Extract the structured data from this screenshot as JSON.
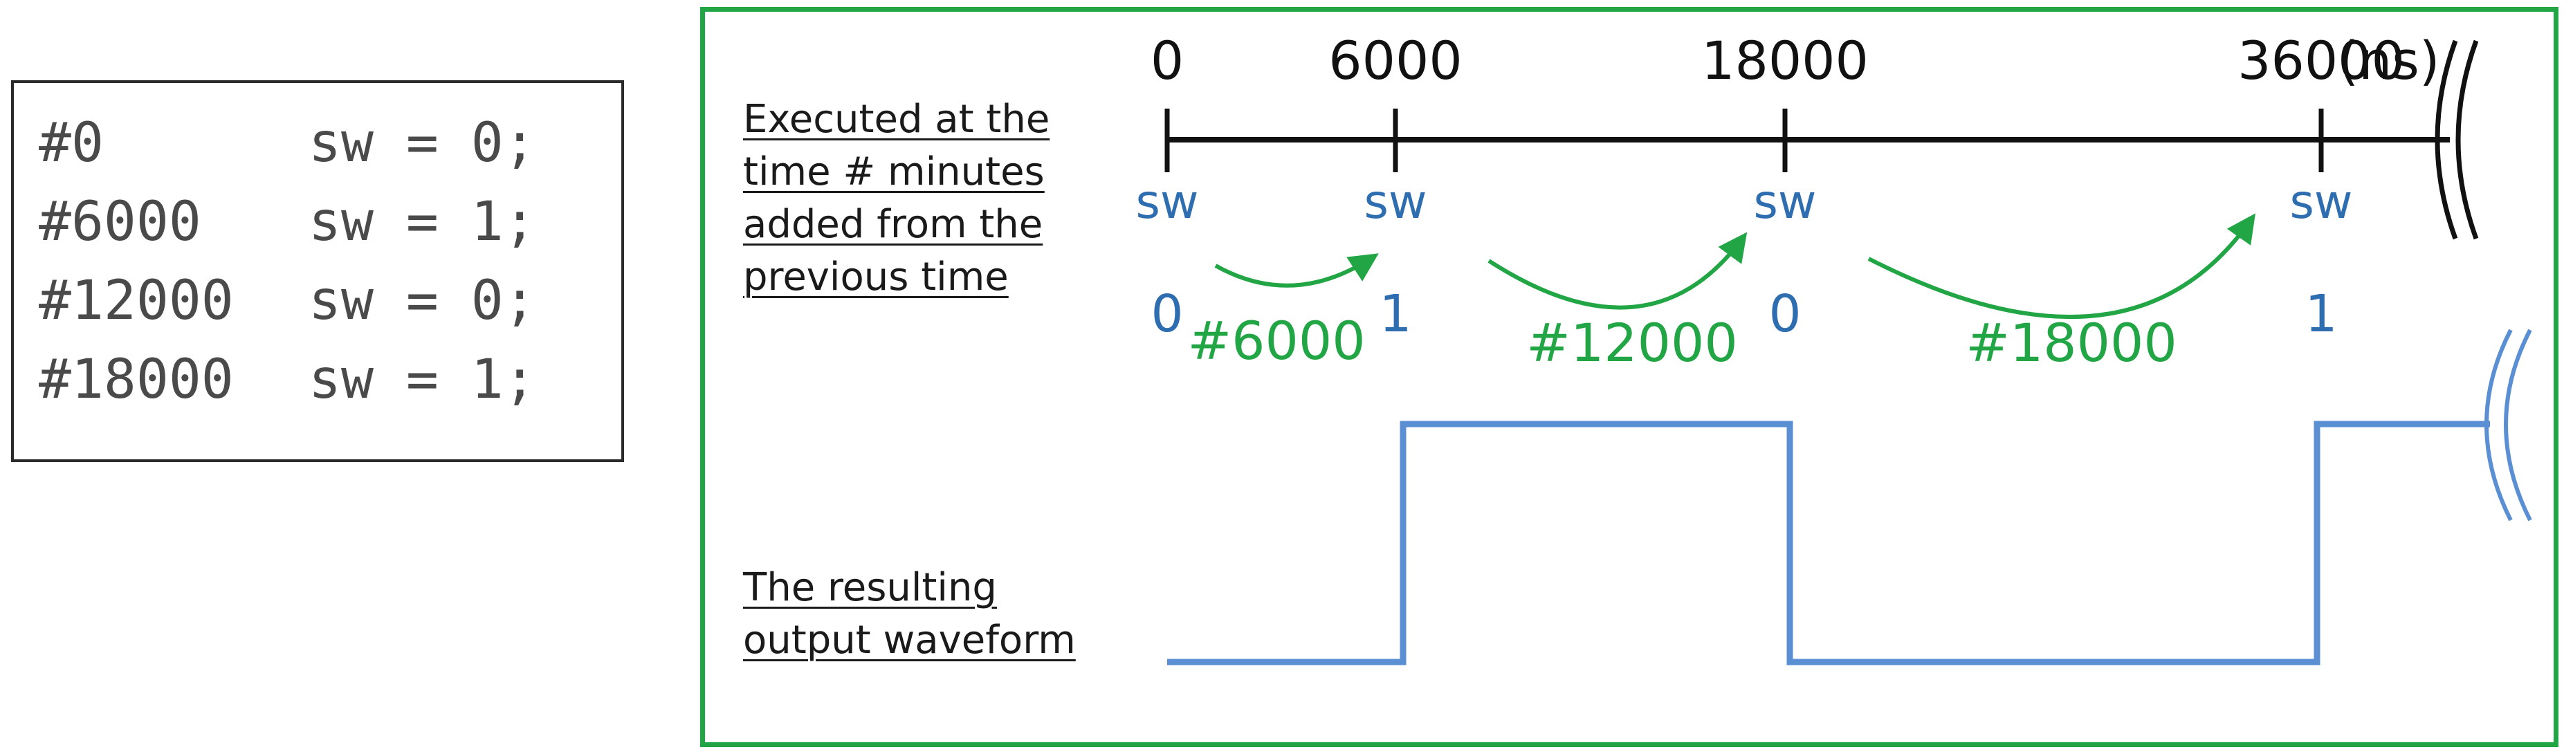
{
  "code": {
    "lines": [
      {
        "delay": "#0",
        "stmt": "sw = 0;"
      },
      {
        "delay": "#6000",
        "stmt": "sw = 1;"
      },
      {
        "delay": "#12000",
        "stmt": "sw = 0;"
      },
      {
        "delay": "#18000",
        "stmt": "sw = 1;"
      }
    ]
  },
  "timeline": {
    "ticks": [
      "0",
      "6000",
      "18000",
      "36000"
    ],
    "unit": "(ns)",
    "signal": "sw",
    "values": [
      "0",
      "1",
      "0",
      "1"
    ],
    "delays": [
      "#6000",
      "#12000",
      "#18000"
    ]
  },
  "captions": {
    "executed": [
      "Executed at the",
      "time # minutes",
      "added from the",
      "previous time"
    ],
    "waveform": [
      "The resulting",
      "output waveform"
    ]
  },
  "colors": {
    "frame": "#22a645",
    "arrow": "#22a645",
    "signal": "#2f6db1",
    "waveform": "#5b8fd4",
    "axis": "#111111"
  }
}
